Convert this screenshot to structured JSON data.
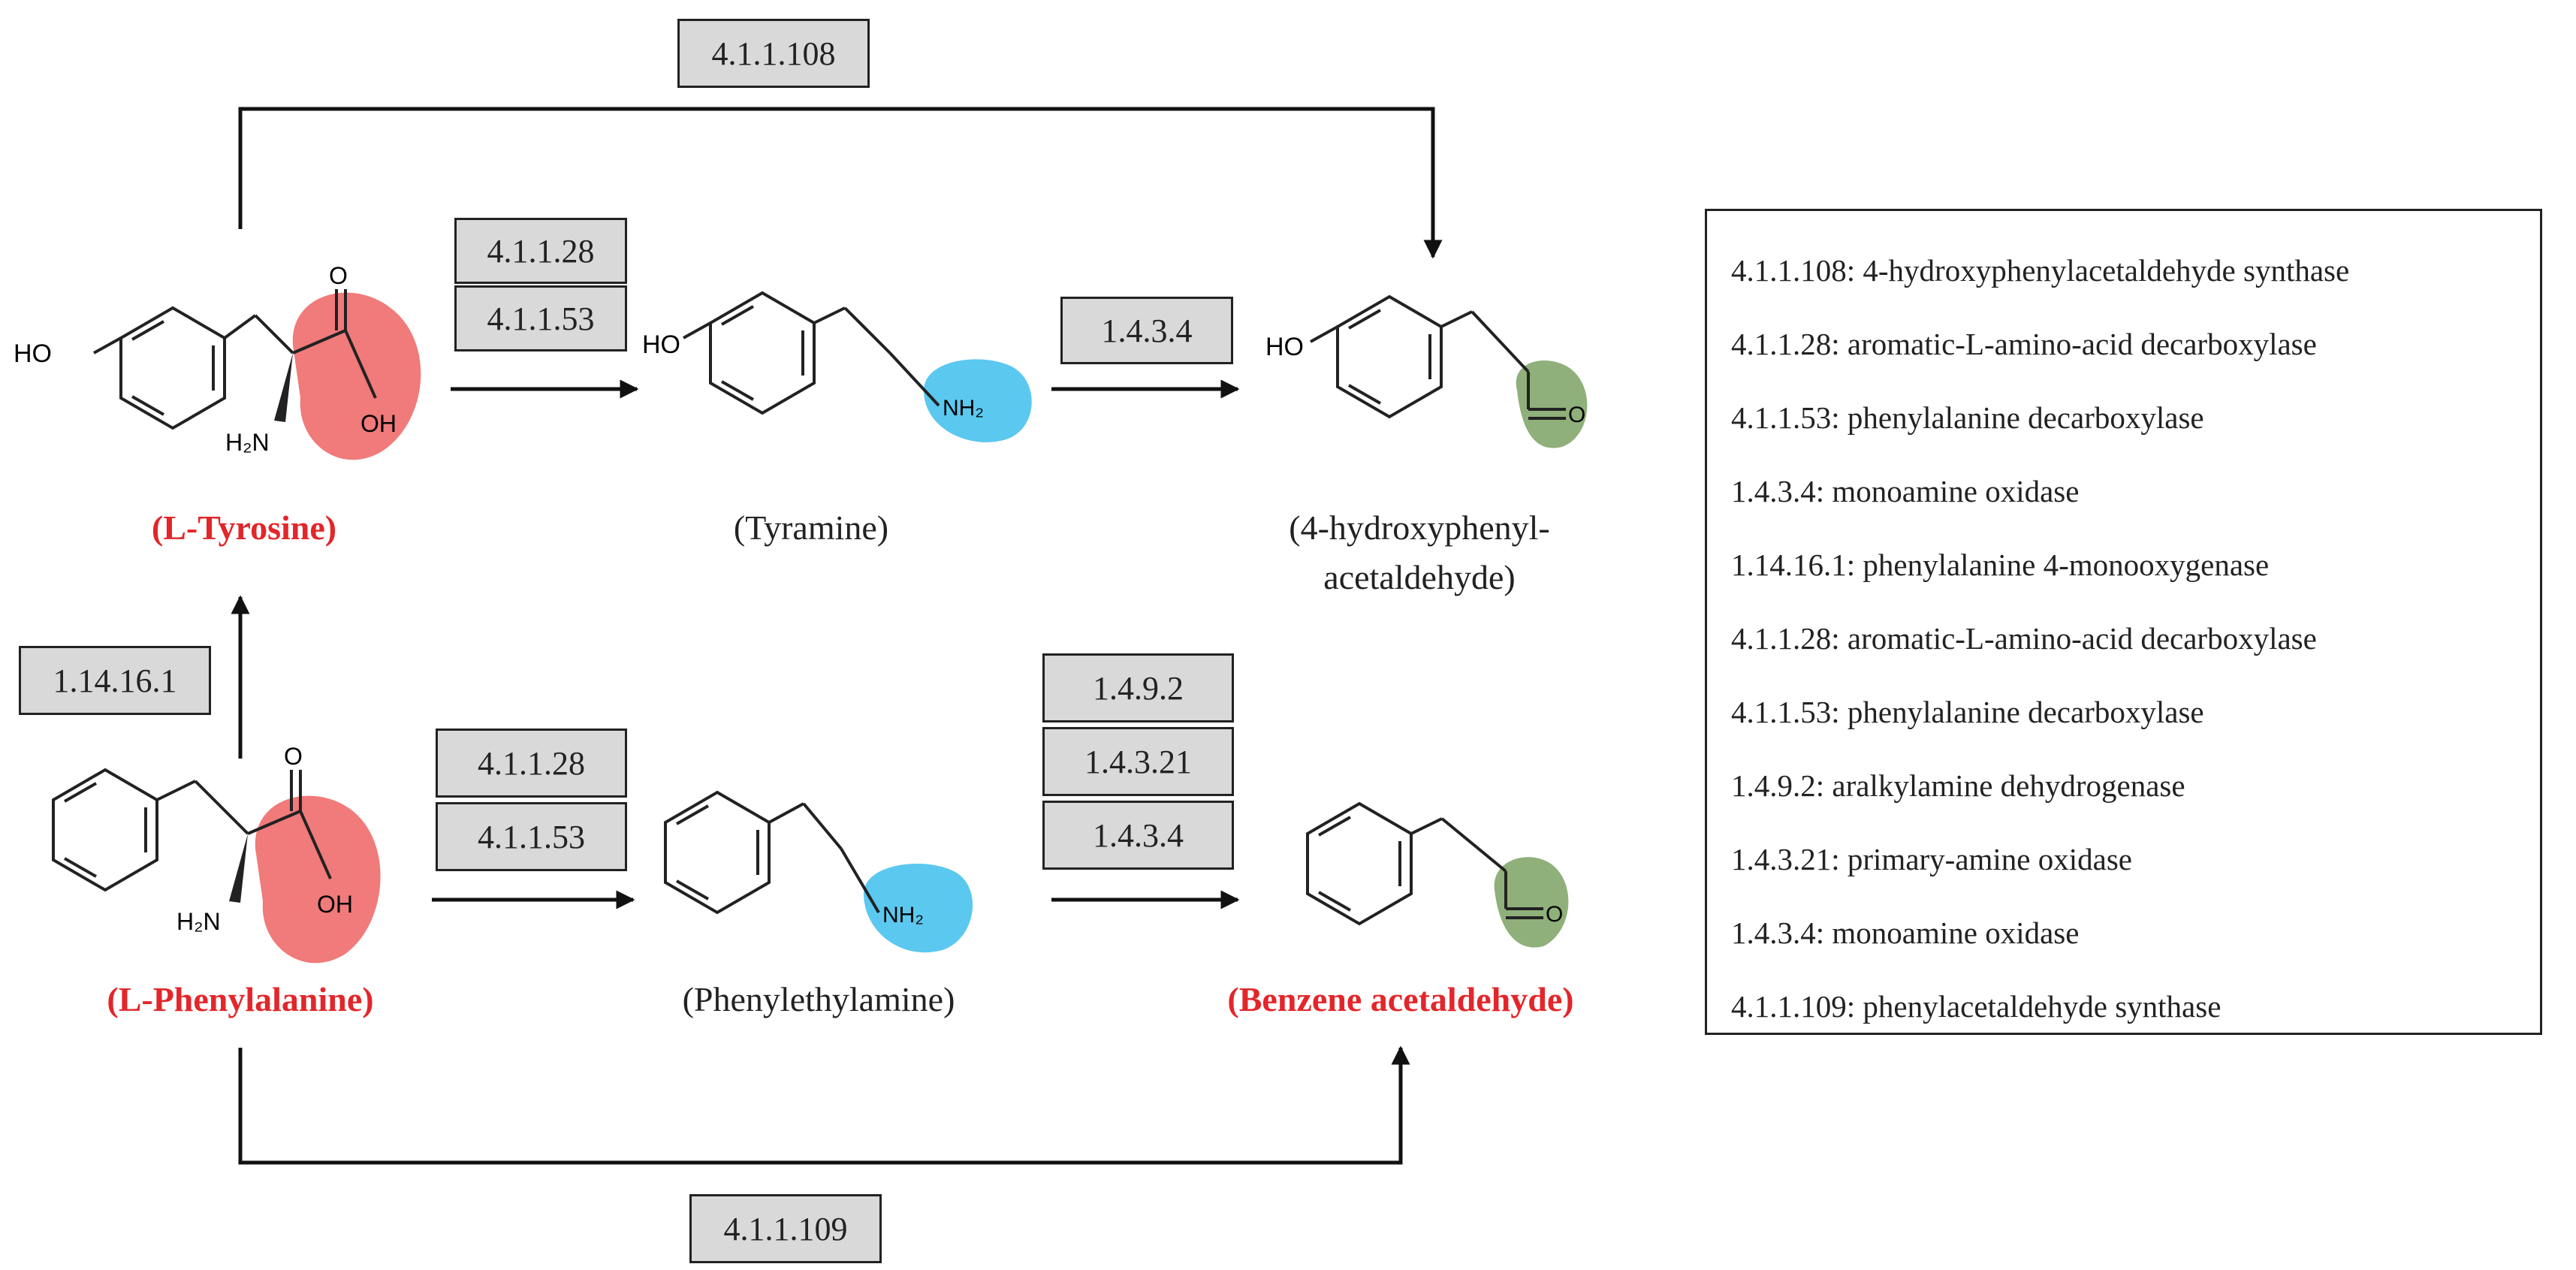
{
  "enzyme_boxes": {
    "top": "4.1.1.108",
    "tyr_1": "4.1.1.28",
    "tyr_2": "4.1.1.53",
    "tyramine_ox": "1.4.3.4",
    "hydroxylase": "1.14.16.1",
    "phe_1": "4.1.1.28",
    "phe_2": "4.1.1.53",
    "pea_1": "1.4.9.2",
    "pea_2": "1.4.3.21",
    "pea_3": "1.4.3.4",
    "bottom": "4.1.1.109"
  },
  "compounds": {
    "tyrosine": "(L-Tyrosine)",
    "tyramine": "(Tyramine)",
    "hpaa_line1": "(4-hydroxyphenyl-",
    "hpaa_line2": "acetaldehyde)",
    "phenylalanine": "(L-Phenylalanine)",
    "phenylethylamine": "(Phenylethylamine)",
    "benzene_acetaldehyde": "(Benzene acetaldehyde)"
  },
  "atoms": {
    "ho": "HO",
    "h2n": "H₂N",
    "o": "O",
    "oh": "OH",
    "nh2": "NH₂"
  },
  "legend": [
    "4.1.1.108: 4-hydroxyphenylacetaldehyde synthase",
    "4.1.1.28: aromatic-L-amino-acid decarboxylase",
    "4.1.1.53: phenylalanine decarboxylase",
    "1.4.3.4: monoamine oxidase",
    "1.14.16.1: phenylalanine 4-monooxygenase",
    "4.1.1.28: aromatic-L-amino-acid decarboxylase",
    "4.1.1.53: phenylalanine decarboxylase",
    "1.4.9.2: aralkylamine dehydrogenase",
    "1.4.3.21: primary-amine oxidase",
    "1.4.3.4: monoamine oxidase",
    "4.1.1.109: phenylacetaldehyde synthase"
  ],
  "colors": {
    "carboxyl_highlight": "#ef6b6b",
    "amine_highlight": "#5bc8ef",
    "aldehyde_highlight": "#8fb07a",
    "compound_red": "#e3262a",
    "box_fill": "#d9d9d9"
  }
}
